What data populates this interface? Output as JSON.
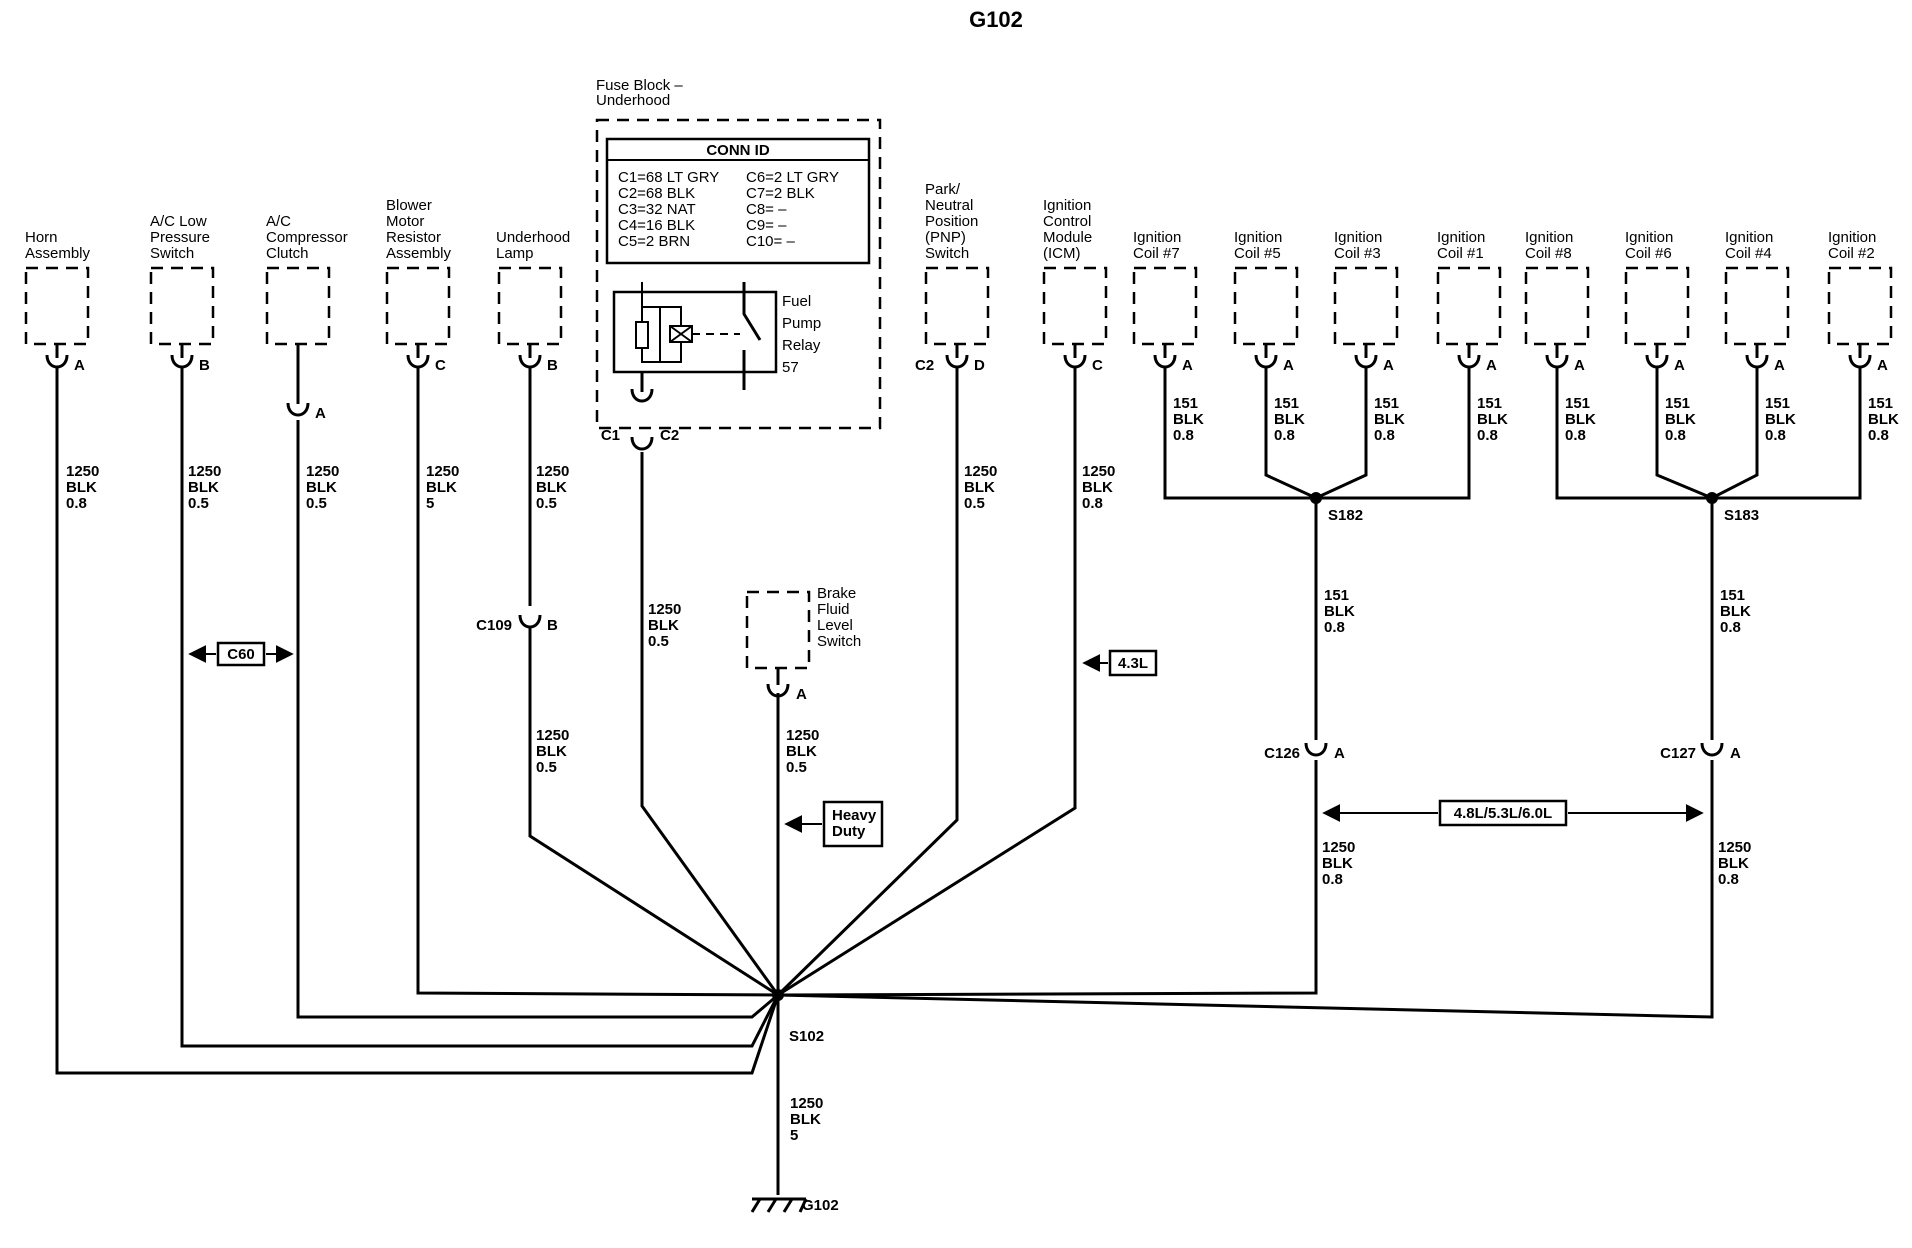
{
  "diagram": {
    "title": "G102",
    "fuse_block": {
      "label_lines": [
        "Fuse Block –",
        "Underhood"
      ],
      "conn_id_title": "CONN ID",
      "conn_left": [
        "C1=68 LT GRY",
        "C2=68 BLK",
        "C3=32 NAT",
        "C4=16 BLK",
        "C5=2 BRN"
      ],
      "conn_right": [
        "C6=2 LT GRY",
        "C7=2 BLK",
        "C8= –",
        "C9= –",
        "C10= –"
      ],
      "relay_lines": [
        "Fuel",
        "Pump",
        "Relay",
        "57"
      ],
      "pin_c1": "C1",
      "pin_c2": "C2"
    },
    "components": [
      {
        "id": "horn",
        "lines": [
          "Horn",
          "Assembly"
        ],
        "pin": "A"
      },
      {
        "id": "ac-low-pressure",
        "lines": [
          "A/C Low",
          "Pressure",
          "Switch"
        ],
        "pin": "B"
      },
      {
        "id": "ac-compressor",
        "lines": [
          "A/C",
          "Compressor",
          "Clutch"
        ],
        "pin": "A"
      },
      {
        "id": "blower-resistor",
        "lines": [
          "Blower",
          "Motor",
          "Resistor",
          "Assembly"
        ],
        "pin": "C"
      },
      {
        "id": "underhood-lamp",
        "lines": [
          "Underhood",
          "Lamp"
        ],
        "pin": "B"
      },
      {
        "id": "pnp-switch",
        "lines": [
          "Park/",
          "Neutral",
          "Position",
          "(PNP)",
          "Switch"
        ],
        "pin": "D",
        "conn": "C2"
      },
      {
        "id": "icm",
        "lines": [
          "Ignition",
          "Control",
          "Module",
          "(ICM)"
        ],
        "pin": "C"
      },
      {
        "id": "coil-7",
        "lines": [
          "Ignition",
          "Coil #7"
        ],
        "pin": "A"
      },
      {
        "id": "coil-5",
        "lines": [
          "Ignition",
          "Coil #5"
        ],
        "pin": "A"
      },
      {
        "id": "coil-3",
        "lines": [
          "Ignition",
          "Coil #3"
        ],
        "pin": "A"
      },
      {
        "id": "coil-1",
        "lines": [
          "Ignition",
          "Coil #1"
        ],
        "pin": "A"
      },
      {
        "id": "coil-8",
        "lines": [
          "Ignition",
          "Coil #8"
        ],
        "pin": "A"
      },
      {
        "id": "coil-6",
        "lines": [
          "Ignition",
          "Coil #6"
        ],
        "pin": "A"
      },
      {
        "id": "coil-4",
        "lines": [
          "Ignition",
          "Coil #4"
        ],
        "pin": "A"
      },
      {
        "id": "coil-2",
        "lines": [
          "Ignition",
          "Coil #2"
        ],
        "pin": "A"
      },
      {
        "id": "brake-fluid",
        "lines": [
          "Brake",
          "Fluid",
          "Level",
          "Switch"
        ],
        "pin": "A"
      }
    ],
    "wire_labels": {
      "w1250_08": [
        "1250",
        "BLK",
        "0.8"
      ],
      "w1250_05": [
        "1250",
        "BLK",
        "0.5"
      ],
      "w1250_5": [
        "1250",
        "BLK",
        "5"
      ],
      "w151_08": [
        "151",
        "BLK",
        "0.8"
      ]
    },
    "connectors": {
      "c109": "C109",
      "c109_pin": "B",
      "c126": "C126",
      "c126_pin": "A",
      "c127": "C127",
      "c127_pin": "A",
      "c102_pin": "A"
    },
    "option_boxes": {
      "c60": "C60",
      "l43": "4.3L",
      "heavy_duty": [
        "Heavy",
        "Duty"
      ],
      "engines": "4.8L/5.3L/6.0L"
    },
    "splices": {
      "s102": "S102",
      "s182": "S182",
      "s183": "S183"
    },
    "ground": "G102"
  }
}
